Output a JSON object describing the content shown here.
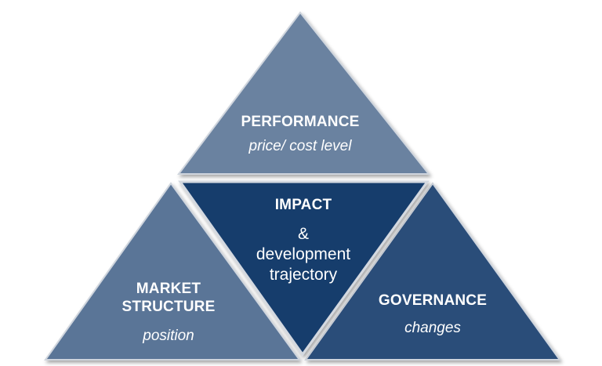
{
  "diagram": {
    "performance": {
      "title": "PERFORMANCE",
      "subtitle": "price/ cost level"
    },
    "impact": {
      "title": "IMPACT",
      "amp": "&",
      "line1": "development",
      "line2": "trajectory"
    },
    "market": {
      "title_line1": "MARKET",
      "title_line2": "STRUCTURE",
      "subtitle": "position"
    },
    "governance": {
      "title": "GOVERNANCE",
      "subtitle": "changes"
    }
  },
  "colors": {
    "top_fill": "#6b82a0",
    "left_fill": "#5a7497",
    "center_fill": "#183c6c",
    "right_fill": "#2c4d79",
    "border": "#cfd5dd"
  }
}
